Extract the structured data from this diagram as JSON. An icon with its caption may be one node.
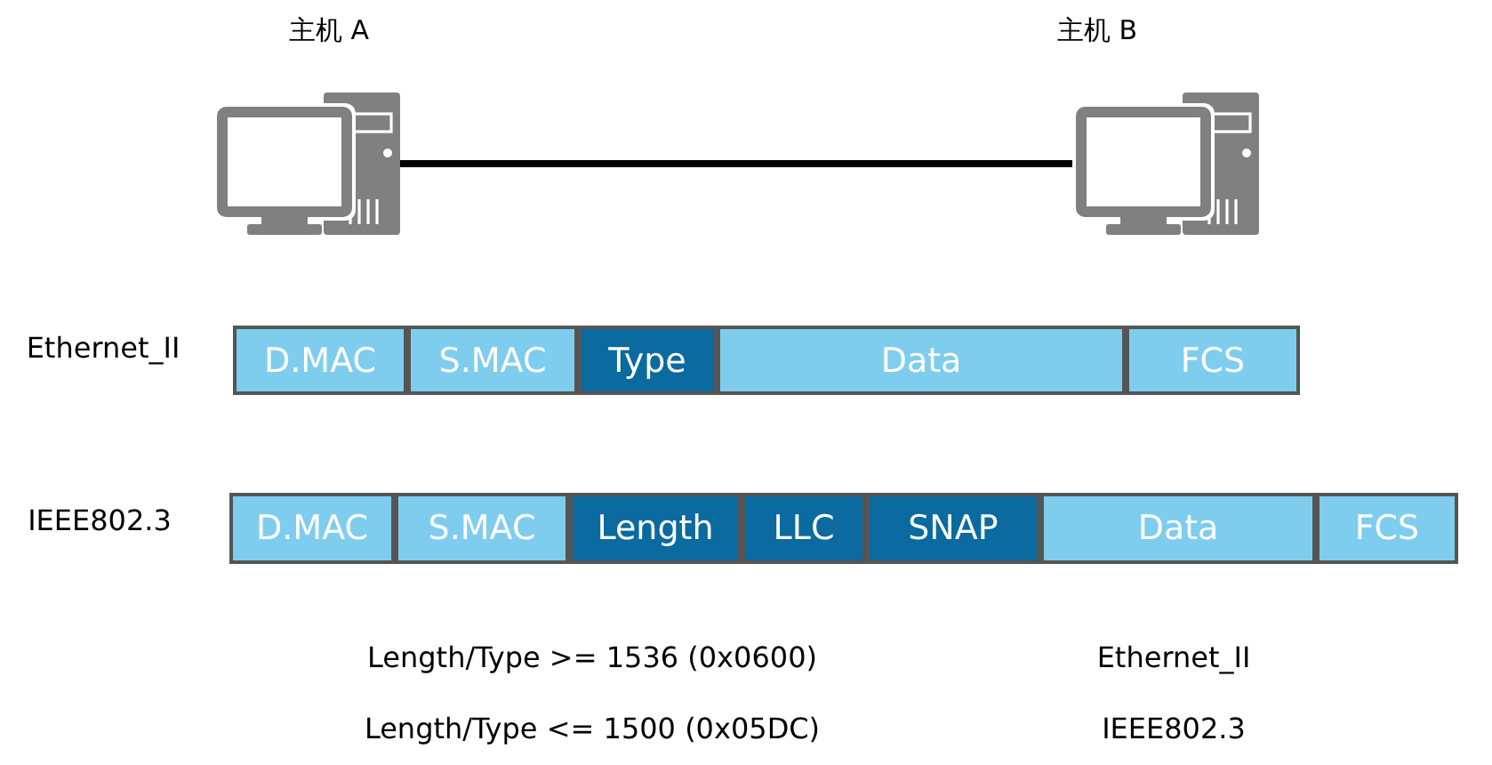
{
  "diagram": {
    "nodes": [
      {
        "text": [],
        "shape": "picture",
        "beside": [
          "主机 A"
        ]
      },
      {
        "text": [],
        "shape": "picture",
        "beside": [
          "主机 B"
        ]
      },
      {
        "text": [
          "D.MAC"
        ]
      },
      {
        "text": [
          "S.MAC"
        ]
      },
      {
        "text": [
          "Type"
        ]
      },
      {
        "text": [
          "Data"
        ]
      },
      {
        "text": [
          "FCS"
        ]
      },
      {
        "text": [
          "D.MAC"
        ]
      },
      {
        "text": [
          "S.MAC"
        ]
      },
      {
        "text": [
          "Length"
        ]
      },
      {
        "text": [
          "LLC"
        ]
      },
      {
        "text": [
          "SNAP"
        ]
      },
      {
        "text": [
          "Data"
        ]
      },
      {
        "text": [
          "FCS"
        ]
      }
    ],
    "edges": [
      {
        "from": 0,
        "to": 1,
        "arrow": "none"
      }
    ],
    "labels": [
      "Ethernet_II",
      "IEEE802.3",
      "Length/Type >= 1536 (0x0600)",
      "Ethernet_II",
      "Length/Type <= 1500 (0x05DC)",
      "IEEE802.3"
    ]
  }
}
